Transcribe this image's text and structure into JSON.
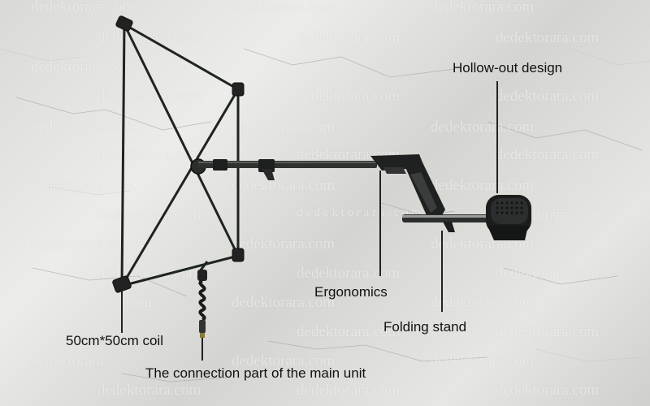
{
  "watermark": {
    "text_with_dot": "dedektorara.com",
    "text_spaced": "d e d e k t o r a r a . c o m",
    "text_fragment": "dedektorara.",
    "text_prefix": "de",
    "text_com": ".com"
  },
  "callouts": {
    "hollow_out_design": "Hollow-out design",
    "ergonomics": "Ergonomics",
    "folding_stand": "Folding stand",
    "coil": "50cm*50cm coil",
    "connection": "The connection part of the main unit"
  }
}
